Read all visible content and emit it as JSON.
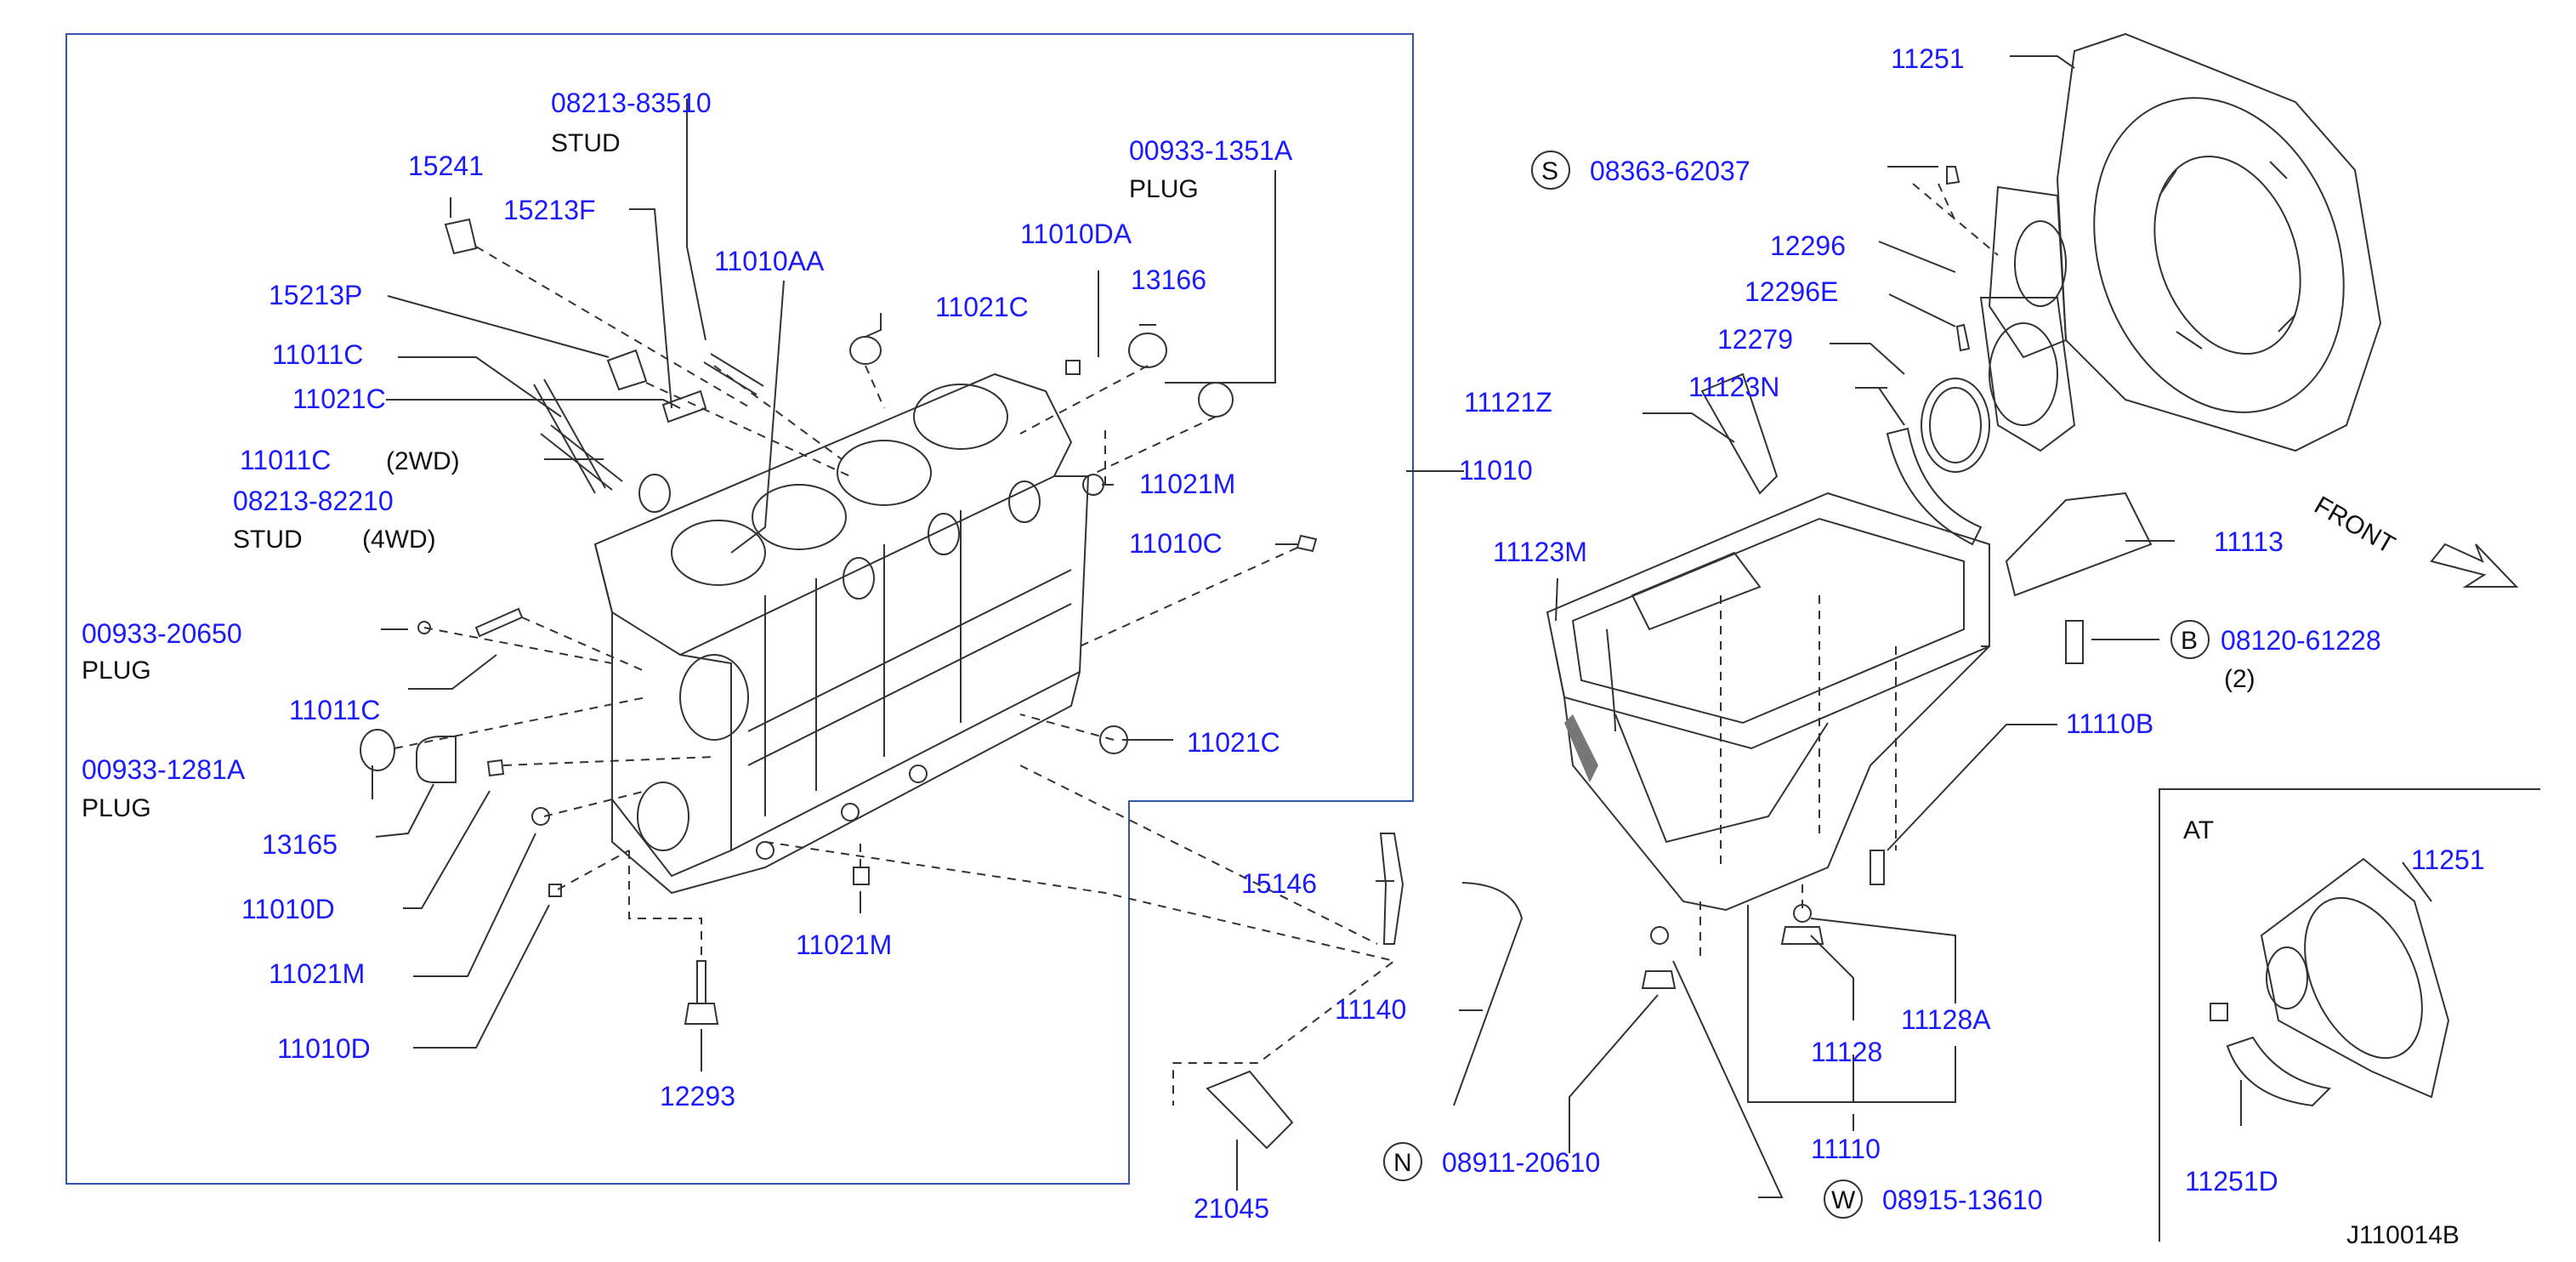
{
  "diagram_code": "J110014B",
  "inset_title": "AT",
  "front_label": "FRONT",
  "fastener_symbols": {
    "S": "S",
    "B": "B",
    "N": "N",
    "W": "W"
  },
  "parts": {
    "p08213_83510": "08213-83510",
    "stud1": "STUD",
    "p15241": "15241",
    "p15213F": "15213F",
    "p11010AA": "11010AA",
    "p00933_1351A": "00933-1351A",
    "plug1": "PLUG",
    "p11010DA": "11010DA",
    "p13166": "13166",
    "p15213P": "15213P",
    "p11021C_a": "11021C",
    "p11011C_a": "11011C",
    "p11021C_b": "11021C",
    "p11011C_b": "11011C",
    "note_2wd": "(2WD)",
    "p08213_82210": "08213-82210",
    "stud2": "STUD",
    "note_4wd": "(4WD)",
    "p11021M_a": "11021M",
    "p11010": "11010",
    "p11010C": "11010C",
    "p00933_20650": "00933-20650",
    "plug2": "PLUG",
    "p11011C_c": "11011C",
    "p11021C_c": "11021C",
    "p00933_1281A": "00933-1281A",
    "plug3": "PLUG",
    "p13165": "13165",
    "p11010D_a": "11010D",
    "p11021M_b": "11021M",
    "p11021M_c": "11021M",
    "p11010D_b": "11010D",
    "p12293": "12293",
    "p15146": "15146",
    "p11140": "11140",
    "p21045": "21045",
    "p11251_a": "11251",
    "p08363_62037": "08363-62037",
    "p12296": "12296",
    "p12296E": "12296E",
    "p12279": "12279",
    "p11121Z": "11121Z",
    "p11123N": "11123N",
    "p11123M": "11123M",
    "p11113": "11113",
    "p08120_61228": "08120-61228",
    "qty2": "(2)",
    "p11110B": "11110B",
    "p11128A": "11128A",
    "p11128": "11128",
    "p11110": "11110",
    "p08911_20610": "08911-20610",
    "p08915_13610": "08915-13610",
    "p11251_b": "11251",
    "p11251D": "11251D"
  }
}
